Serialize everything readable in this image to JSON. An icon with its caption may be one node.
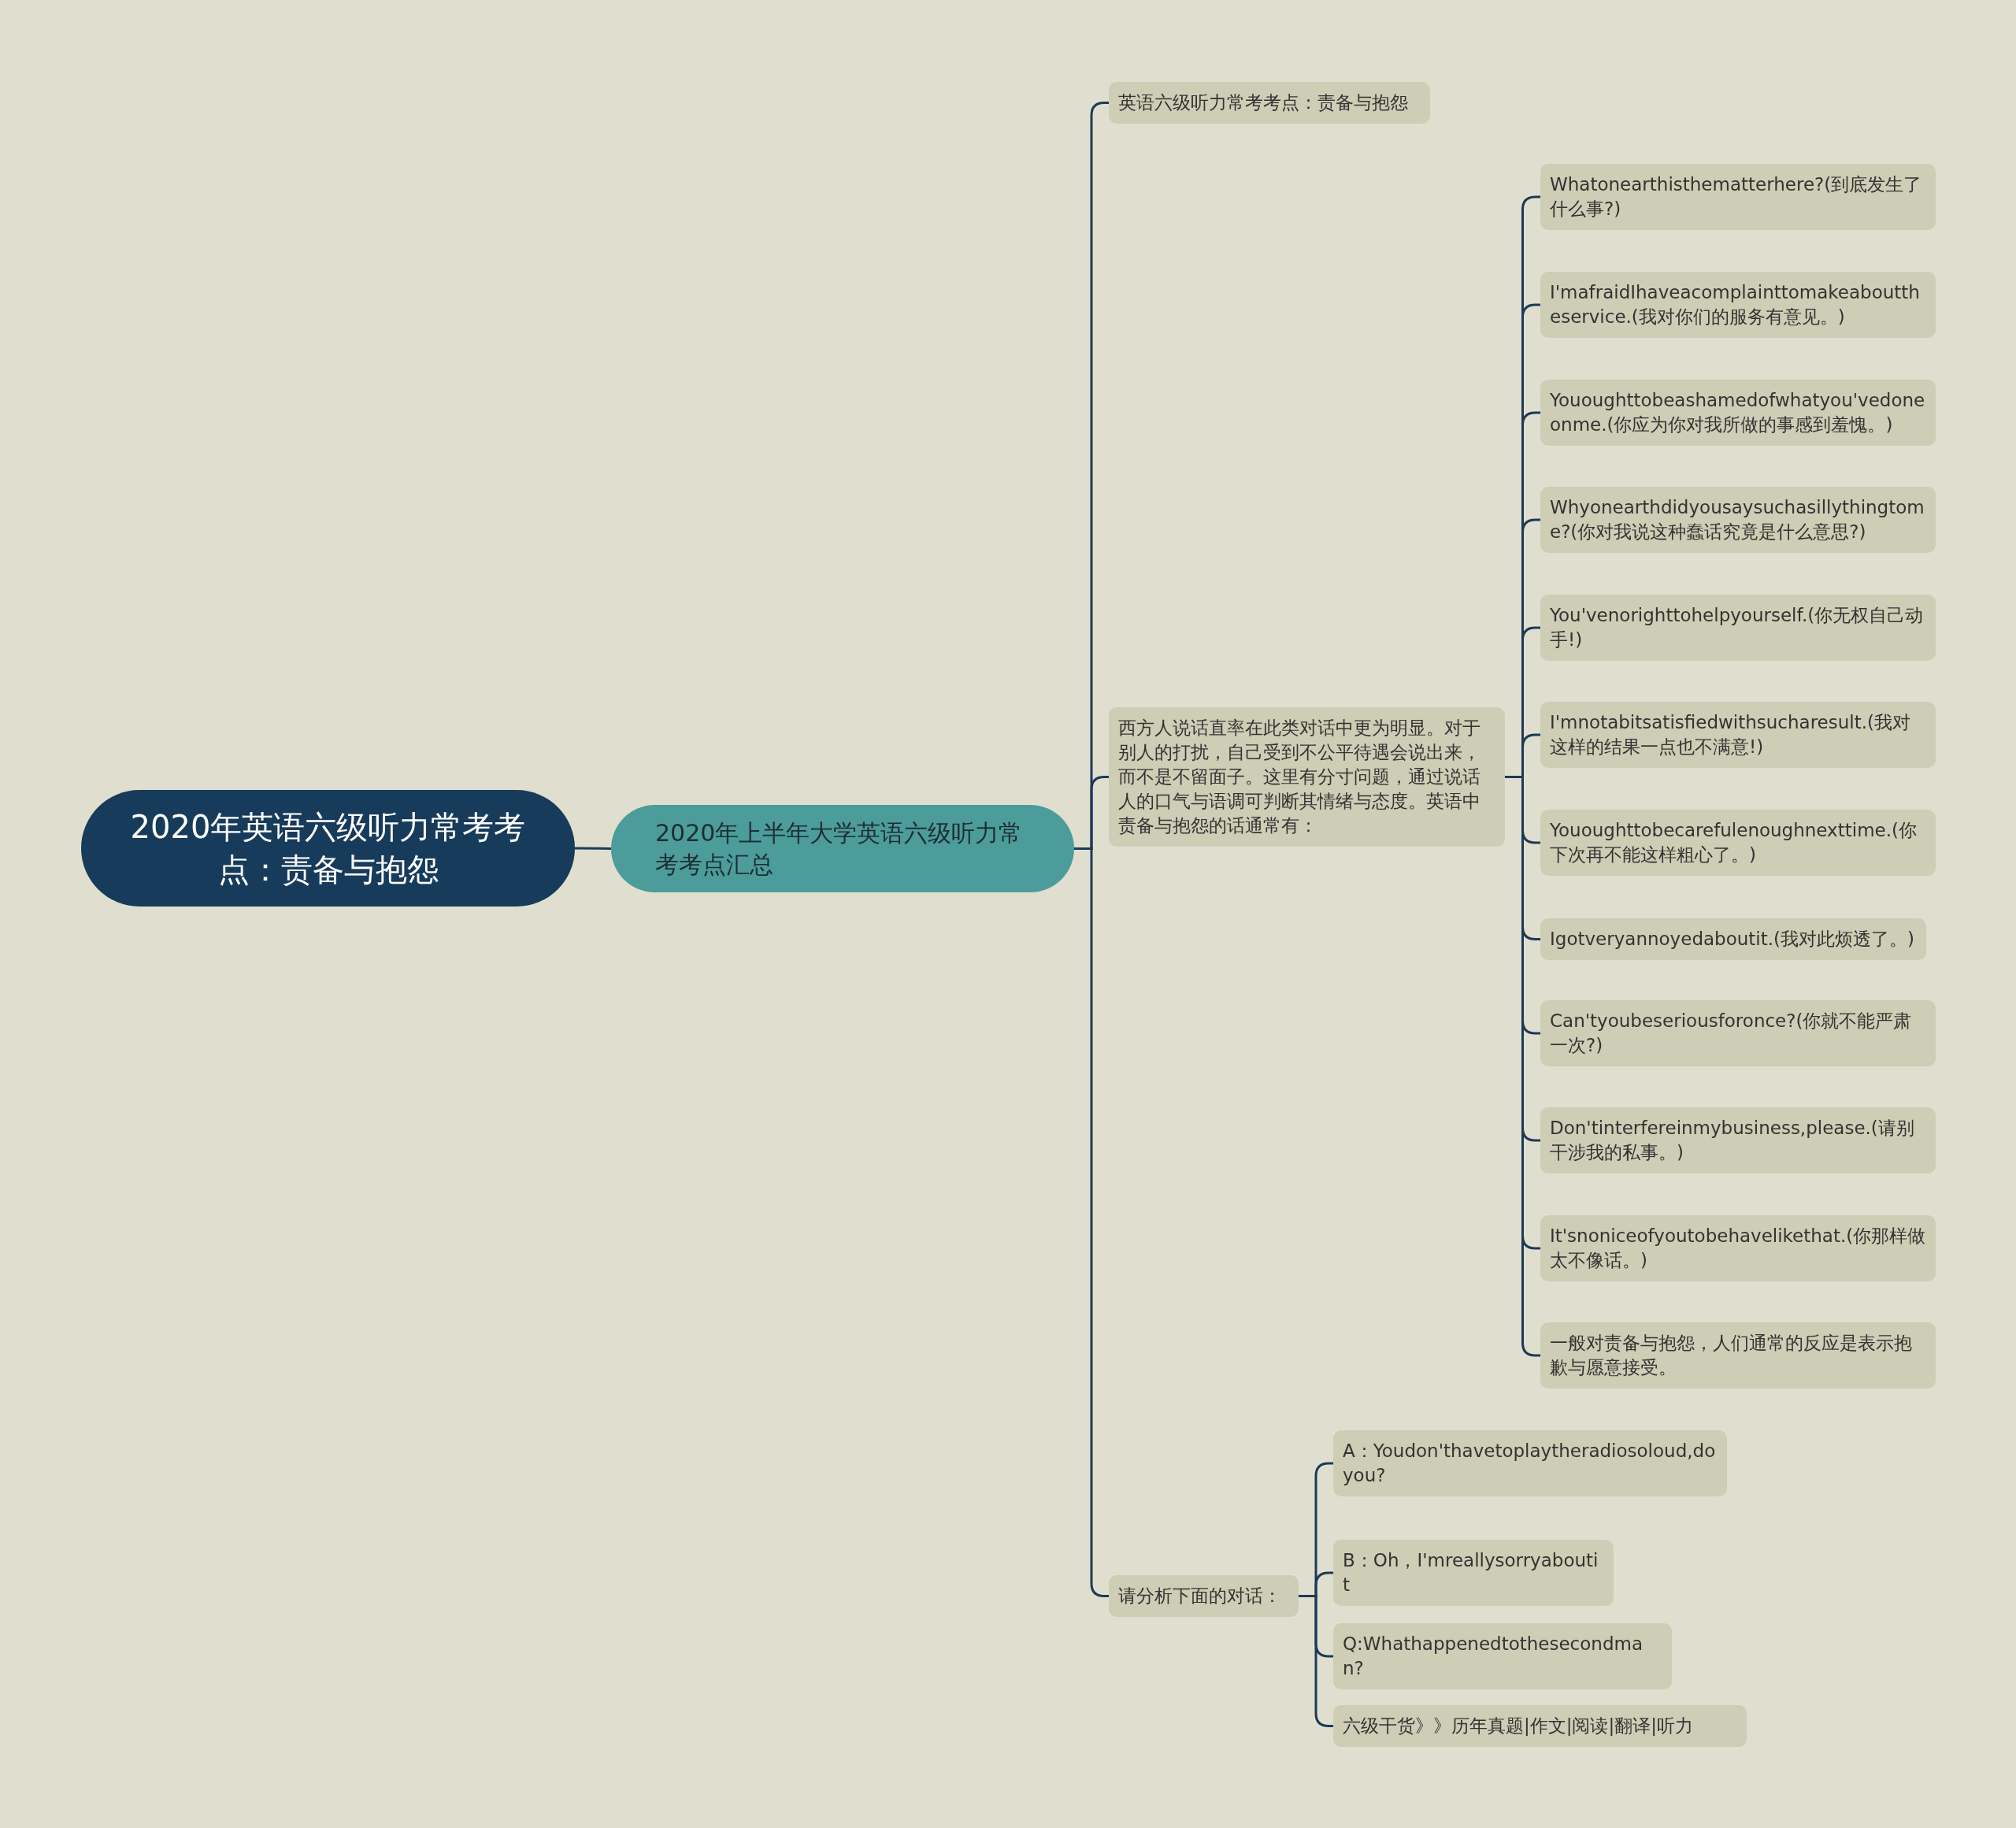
{
  "diagram": {
    "nodes": [
      {
        "text": [
          "2020年英语六级听力常考考点：责备与抱怨"
        ]
      },
      {
        "text": [
          "2020年上半年大学英语六级听力常考考点汇总"
        ]
      },
      {
        "text": [
          "英语六级听力常考考点：责备与抱怨"
        ]
      },
      {
        "text": [
          "西方人说话直率在此类对话中更为明显。对于别人的打扰，自己受到不公平待遇会说出来，而不是不留面子。这里有分寸问题，通过说话人的口气与语调可判断其情绪与态度。英语中责备与抱怨的话通常有："
        ]
      },
      {
        "text": [
          "Whatonearthisthematterhere?(到底发生了什么事?)"
        ]
      },
      {
        "text": [
          "I'mafraidIhaveacomplainttomakeabouttheservice.(我对你们的服务有意见。)"
        ]
      },
      {
        "text": [
          "Yououghttobeashamedofwhatyou'vedoneonme.(你应为你对我所做的事感到羞愧。)"
        ]
      },
      {
        "text": [
          "Whyonearthdidyousaysuchasillythingtome?(你对我说这种蠢话究竟是什么意思?)"
        ]
      },
      {
        "text": [
          "You'venorighttohelpyourself.(你无权自己动手!)"
        ]
      },
      {
        "text": [
          "I'mnotabitsatisfiedwithsucharesult.(我对这样的结果一点也不满意!)"
        ]
      },
      {
        "text": [
          "Yououghttobecarefulenoughnexttime.(你下次再不能这样粗心了。)"
        ]
      },
      {
        "text": [
          "Igotveryannoyedaboutit.(我对此烦透了。)"
        ]
      },
      {
        "text": [
          "Can'tyoubeseriousforonce?(你就不能严肃一次?)"
        ]
      },
      {
        "text": [
          "Don'tinterfereinmybusiness,please.(请别干涉我的私事。)"
        ]
      },
      {
        "text": [
          "It'snoniceofyoutobehavelikethat.(你那样做太不像话。)"
        ]
      },
      {
        "text": [
          "一般对责备与抱怨，人们通常的反应是表示抱歉与愿意接受。"
        ]
      },
      {
        "text": [
          "请分析下面的对话："
        ]
      },
      {
        "text": [
          "A：Youdon'thavetoplaytheradiosoloud,doyou?"
        ]
      },
      {
        "text": [
          "B：Oh，I'mreallysorryaboutit"
        ]
      },
      {
        "text": [
          "Q:Whathappenedtothesecondman?"
        ]
      },
      {
        "text": [
          "六级干货》》历年真题|作文|阅读|翻译|听力"
        ]
      }
    ],
    "edges": [
      {
        "from": 0,
        "to": 1,
        "arrow": "none"
      },
      {
        "from": 1,
        "to": 2,
        "arrow": "none"
      },
      {
        "from": 1,
        "to": 3,
        "arrow": "none"
      },
      {
        "from": 1,
        "to": 16,
        "arrow": "none"
      },
      {
        "from": 3,
        "to": 4,
        "arrow": "none"
      },
      {
        "from": 3,
        "to": 5,
        "arrow": "none"
      },
      {
        "from": 3,
        "to": 6,
        "arrow": "none"
      },
      {
        "from": 3,
        "to": 7,
        "arrow": "none"
      },
      {
        "from": 3,
        "to": 8,
        "arrow": "none"
      },
      {
        "from": 3,
        "to": 9,
        "arrow": "none"
      },
      {
        "from": 3,
        "to": 10,
        "arrow": "none"
      },
      {
        "from": 3,
        "to": 11,
        "arrow": "none"
      },
      {
        "from": 3,
        "to": 12,
        "arrow": "none"
      },
      {
        "from": 3,
        "to": 13,
        "arrow": "none"
      },
      {
        "from": 3,
        "to": 14,
        "arrow": "none"
      },
      {
        "from": 3,
        "to": 15,
        "arrow": "none"
      },
      {
        "from": 16,
        "to": 17,
        "arrow": "none"
      },
      {
        "from": 16,
        "to": 18,
        "arrow": "none"
      },
      {
        "from": 16,
        "to": 19,
        "arrow": "none"
      },
      {
        "from": 16,
        "to": 20,
        "arrow": "none"
      }
    ]
  }
}
